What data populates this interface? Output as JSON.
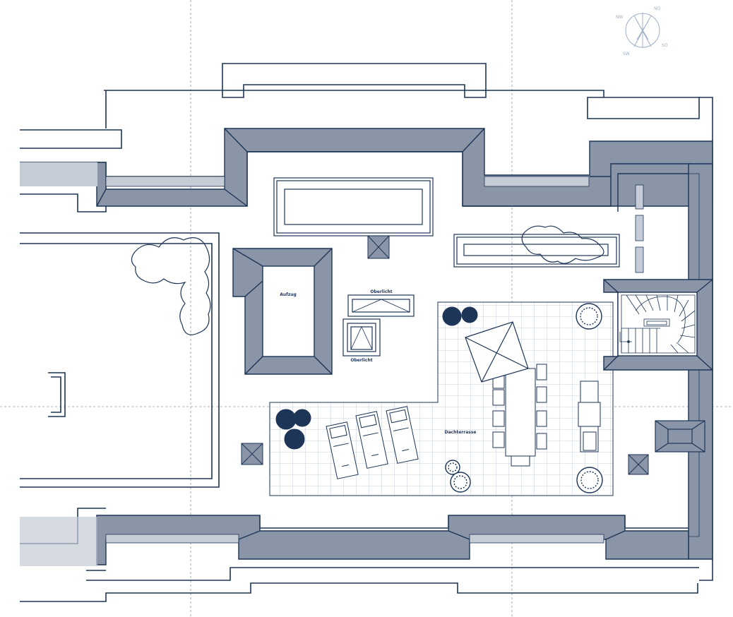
{
  "labels": {
    "elevator": "Aufzug",
    "skylight_top": "Oberlicht",
    "skylight_bottom": "Oberlicht",
    "terrace": "Dachterrasse"
  },
  "compass": {
    "nw": "NW",
    "no": "NO",
    "sw": "SW",
    "so": "SO",
    "north_icon": "compass-icon"
  },
  "colors": {
    "line": "#1d3557",
    "roof": "#8a96a8",
    "roof_light": "#c5ccd6",
    "paving": "#b9c6d8",
    "plant": "#1d3557"
  }
}
